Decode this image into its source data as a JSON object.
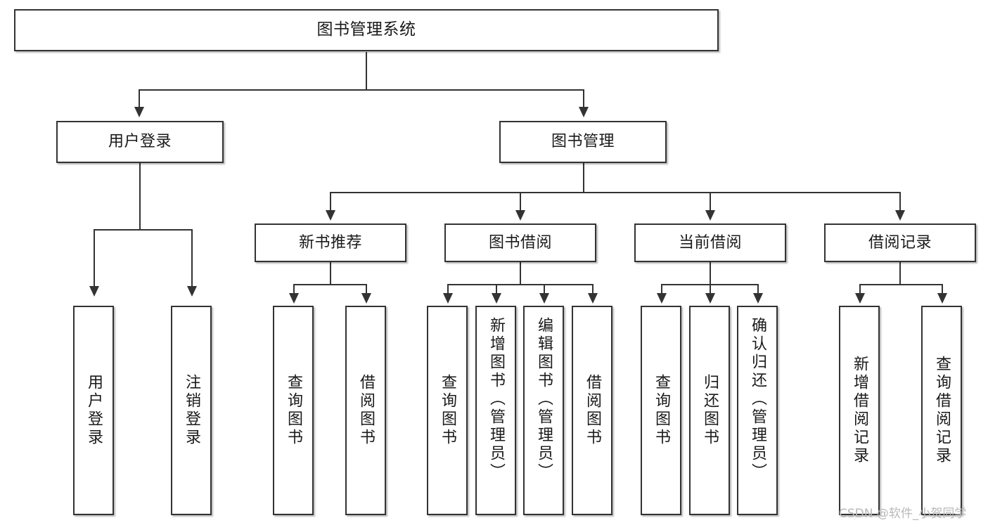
{
  "diagram": {
    "title": "图书管理系统",
    "type": "tree",
    "watermark": "CSDN @软件_小贺同学",
    "colors": {
      "stroke": "#333333",
      "fill": "#ffffff",
      "text": "#1a1a1a",
      "watermark": "#b9b9b9"
    },
    "root": {
      "label": "图书管理系统"
    },
    "level2": [
      {
        "label": "用户登录"
      },
      {
        "label": "图书管理"
      }
    ],
    "level3": [
      {
        "label": "新书推荐"
      },
      {
        "label": "图书借阅"
      },
      {
        "label": "当前借阅"
      },
      {
        "label": "借阅记录"
      }
    ],
    "leaves": {
      "user_login": [
        {
          "label": "用户登录"
        },
        {
          "label": "注销登录"
        }
      ],
      "new_book_recommend": [
        {
          "label": "查询图书"
        },
        {
          "label": "借阅图书"
        }
      ],
      "book_borrow": [
        {
          "label": "查询图书"
        },
        {
          "label": "新增图书（管理员）"
        },
        {
          "label": "编辑图书（管理员）"
        },
        {
          "label": "借阅图书"
        }
      ],
      "current_borrow": [
        {
          "label": "查询图书"
        },
        {
          "label": "归还图书"
        },
        {
          "label": "确认归还（管理员）"
        }
      ],
      "borrow_record": [
        {
          "label": "新增借阅记录"
        },
        {
          "label": "查询借阅记录"
        }
      ]
    }
  }
}
